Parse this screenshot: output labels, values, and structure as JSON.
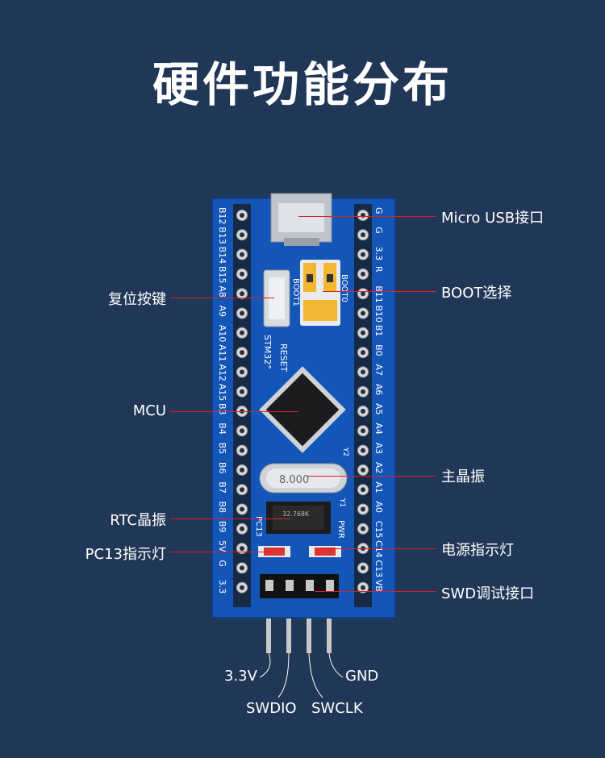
{
  "title": "硬件功能分布",
  "labels": {
    "micro_usb": "Micro USB接口",
    "boot": "BOOT选择",
    "reset": "复位按键",
    "mcu": "MCU",
    "main_crystal": "主晶振",
    "rtc_crystal": "RTC晶振",
    "pc13_led": "PC13指示灯",
    "power_led": "电源指示灯",
    "swd": "SWD调试接口",
    "pin_33": "3.3V",
    "pin_gnd": "GND",
    "pin_swdio": "SWDIO",
    "pin_swclk": "SWCLK"
  },
  "board": {
    "left_pins": [
      "B12",
      "B13",
      "B14",
      "B15",
      "A8",
      "A9",
      "A10",
      "A11",
      "A12",
      "A15",
      "B3",
      "B4",
      "B5",
      "B6",
      "B7",
      "B8",
      "B9",
      "5V",
      "G",
      "3.3"
    ],
    "right_pins": [
      "G",
      "G",
      "3.3",
      "R",
      "B11",
      "B10",
      "B1",
      "B0",
      "A7",
      "A6",
      "A5",
      "A4",
      "A3",
      "A2",
      "A1",
      "A0",
      "C15",
      "C14",
      "C13",
      "VB"
    ],
    "silkscreen": {
      "reset": "RESET",
      "stm32": "STM32°",
      "boot0": "BOOT0",
      "boot1": "BOOT1",
      "pwr": "PWR",
      "pc13": "PC13",
      "crystal_main": "8.000",
      "crystal_rtc": "32.768K",
      "y1": "Y1",
      "y2": "Y2"
    },
    "colors": {
      "pcb": "#1456b8",
      "leader": "#d9202a",
      "jumper": "#f2b632"
    }
  }
}
